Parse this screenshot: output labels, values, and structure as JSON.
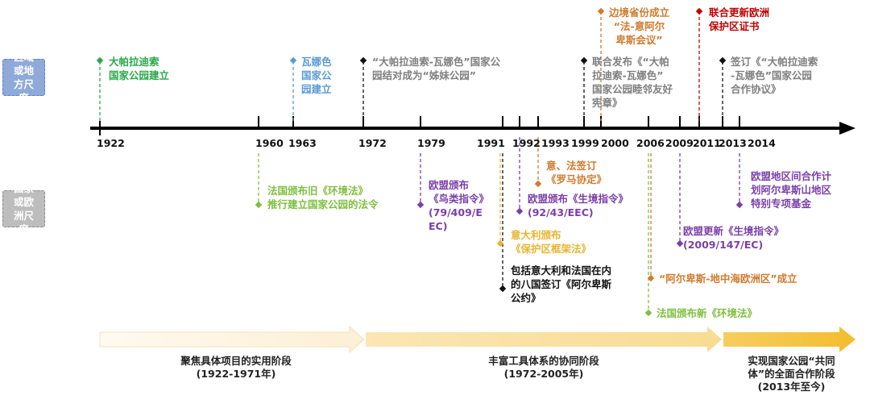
{
  "side_labels": {
    "regional": "区域或地方尺度",
    "national": "国家或欧洲尺度"
  },
  "years": [
    "1922",
    "1960",
    "1963",
    "1972",
    "1979",
    "1991",
    "1992",
    "1993",
    "1999",
    "2000",
    "2006",
    "2009",
    "2011",
    "2013",
    "2014"
  ],
  "colors": {
    "green": "#2aa84a",
    "blue": "#5b9bd5",
    "gray": "#7f7f7f",
    "black": "#111111",
    "orange": "#d07b2e",
    "red": "#c00000",
    "purple": "#7a3fa8",
    "lightgreen": "#7fbf3f",
    "gold": "#e6b52f"
  },
  "events_above": [
    {
      "lines": [
        "大帕拉迪索",
        "国家公园建立"
      ],
      "color": "green"
    },
    {
      "lines": [
        "瓦娜色",
        "国家公",
        "园建立"
      ],
      "color": "blue"
    },
    {
      "lines": [
        "“大帕拉迪索-瓦娜色”国家公",
        "园结对成为“姊妹公园”"
      ],
      "color": "gray"
    },
    {
      "lines": [
        "联合发布《“大帕",
        "拉迪索-瓦娜色”",
        "国家公园睦邻友好",
        "宪章》"
      ],
      "color": "gray"
    },
    {
      "lines": [
        "边境省份成立",
        "“法-意阿尔",
        "卑斯会议”"
      ],
      "color": "orange"
    },
    {
      "lines": [
        "联合更新欧洲",
        "保护区证书"
      ],
      "color": "red"
    },
    {
      "lines": [
        "签订《“大帕拉迪索",
        "-瓦娜色”国家公园",
        "合作协议》"
      ],
      "color": "gray"
    }
  ],
  "events_below": [
    {
      "lines": [
        "法国颁布旧《环境法》",
        "推行建立国家公园的法令"
      ],
      "color": "lightgreen"
    },
    {
      "lines": [
        "欧盟颁布",
        "《鸟类指令》",
        "(79/409/E",
        "EC)"
      ],
      "color": "purple"
    },
    {
      "lines": [
        "意、法签订",
        "《罗马协定》"
      ],
      "color": "orange"
    },
    {
      "lines": [
        "欧盟颁布《生境指令》",
        "(92/43/EEC)"
      ],
      "color": "purple"
    },
    {
      "lines": [
        "意大利颁布",
        "《保护区框架法》"
      ],
      "color": "gold"
    },
    {
      "lines": [
        "包括意大利和法国在内",
        "的八国签订《阿尔卑斯",
        "公约》"
      ],
      "color": "black"
    },
    {
      "lines": [
        "欧盟地区间合作计",
        "划阿尔卑斯山地区",
        "特别专项基金"
      ],
      "color": "purple"
    },
    {
      "lines": [
        "欧盟更新《生境指令》",
        "(2009/147/EC)"
      ],
      "color": "purple"
    },
    {
      "lines": [
        "“阿尔卑斯-地中海欧洲区”成立"
      ],
      "color": "orange"
    },
    {
      "lines": [
        "法国颁布新《环境法》"
      ],
      "color": "lightgreen"
    }
  ],
  "stages": [
    {
      "lines": [
        "聚焦具体项目的实用阶段",
        "(1922-1971年)"
      ]
    },
    {
      "lines": [
        "丰富工具体系的协同阶段",
        "(1972-2005年)"
      ]
    },
    {
      "lines": [
        "实现国家公园“共同",
        "体”的全面合作阶段",
        "(2013年至今)"
      ]
    }
  ]
}
